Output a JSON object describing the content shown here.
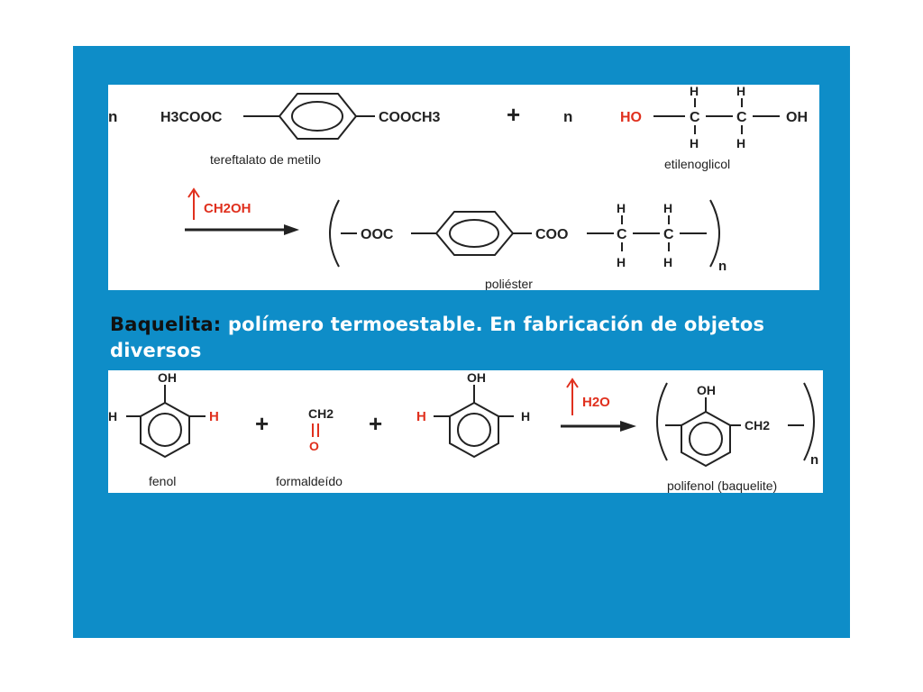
{
  "reaction1": {
    "coef_left": "n",
    "reactant1": {
      "left_group": "H3COOC",
      "right_group": "COOCH3",
      "name": "tereftalato de metilo"
    },
    "plus": "+",
    "coef_right": "n",
    "reactant2": {
      "ho": "HO",
      "oh": "OH",
      "carbon": "C",
      "hydrogen": "H",
      "name": "etilenoglicol"
    },
    "byproduct": "CH2OH",
    "product": {
      "left_group": "OOC",
      "right_group": "COO",
      "subscript": "n",
      "name": "poliéster"
    }
  },
  "heading": {
    "keyword": "Baquelita:",
    "text": " polímero termoestable. En fabricación de objetos diversos"
  },
  "reaction2": {
    "phenol": {
      "oh": "OH",
      "h_left": "H",
      "h_right": "H",
      "name": "fenol"
    },
    "plus": "+",
    "formaldehyde": {
      "ch2": "CH2",
      "o": "O",
      "name": "formaldeído"
    },
    "byproduct": "H2O",
    "product": {
      "oh": "OH",
      "ch2": "CH2",
      "subscript": "n",
      "name": "polifenol (baquelite)"
    }
  },
  "colors": {
    "background": "#0E8DC8",
    "highlight": "#E0301E",
    "text": "#222222"
  }
}
